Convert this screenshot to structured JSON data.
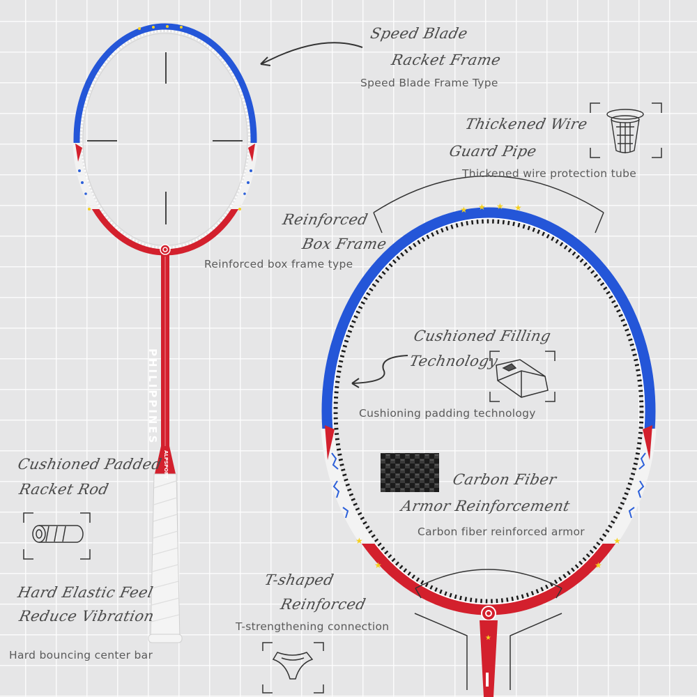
{
  "brand": {
    "shaft_text": "PHILIPPINES",
    "throat_text": "ALPSPORT"
  },
  "callouts": {
    "speed_blade": {
      "script_line1": "Speed Blade",
      "script_line2": "Racket Frame",
      "plain": "Speed Blade Frame Type"
    },
    "wire_guard": {
      "script_line1": "Thickened Wire",
      "script_line2": "Guard Pipe",
      "plain": "Thickened wire protection tube"
    },
    "box_frame": {
      "script_line1": "Reinforced",
      "script_line2": "Box Frame",
      "plain": "Reinforced box frame type"
    },
    "cushioned_filling": {
      "script_line1": "Cushioned Filling",
      "script_line2": "Technology",
      "plain": "Cushioning padding technology"
    },
    "carbon_fiber": {
      "script_line1": "Carbon Fiber",
      "script_line2": "Armor Reinforcement",
      "plain": "Carbon fiber reinforced armor"
    },
    "padded_rod": {
      "script_line1": "Cushioned Padded",
      "script_line2": "Racket Rod"
    },
    "hard_elastic": {
      "script_line1": "Hard Elastic Feel",
      "script_line2": "Reduce Vibration",
      "plain": "Hard bouncing center bar"
    },
    "t_shaped": {
      "script_line1": "T-shaped",
      "script_line2": "Reinforced",
      "plain": "T-strengthening connection"
    }
  },
  "colors": {
    "frame_blue": "#2456d8",
    "frame_red": "#d3202d",
    "grip_white": "#f4f4f4",
    "star_yellow": "#f5d020"
  }
}
